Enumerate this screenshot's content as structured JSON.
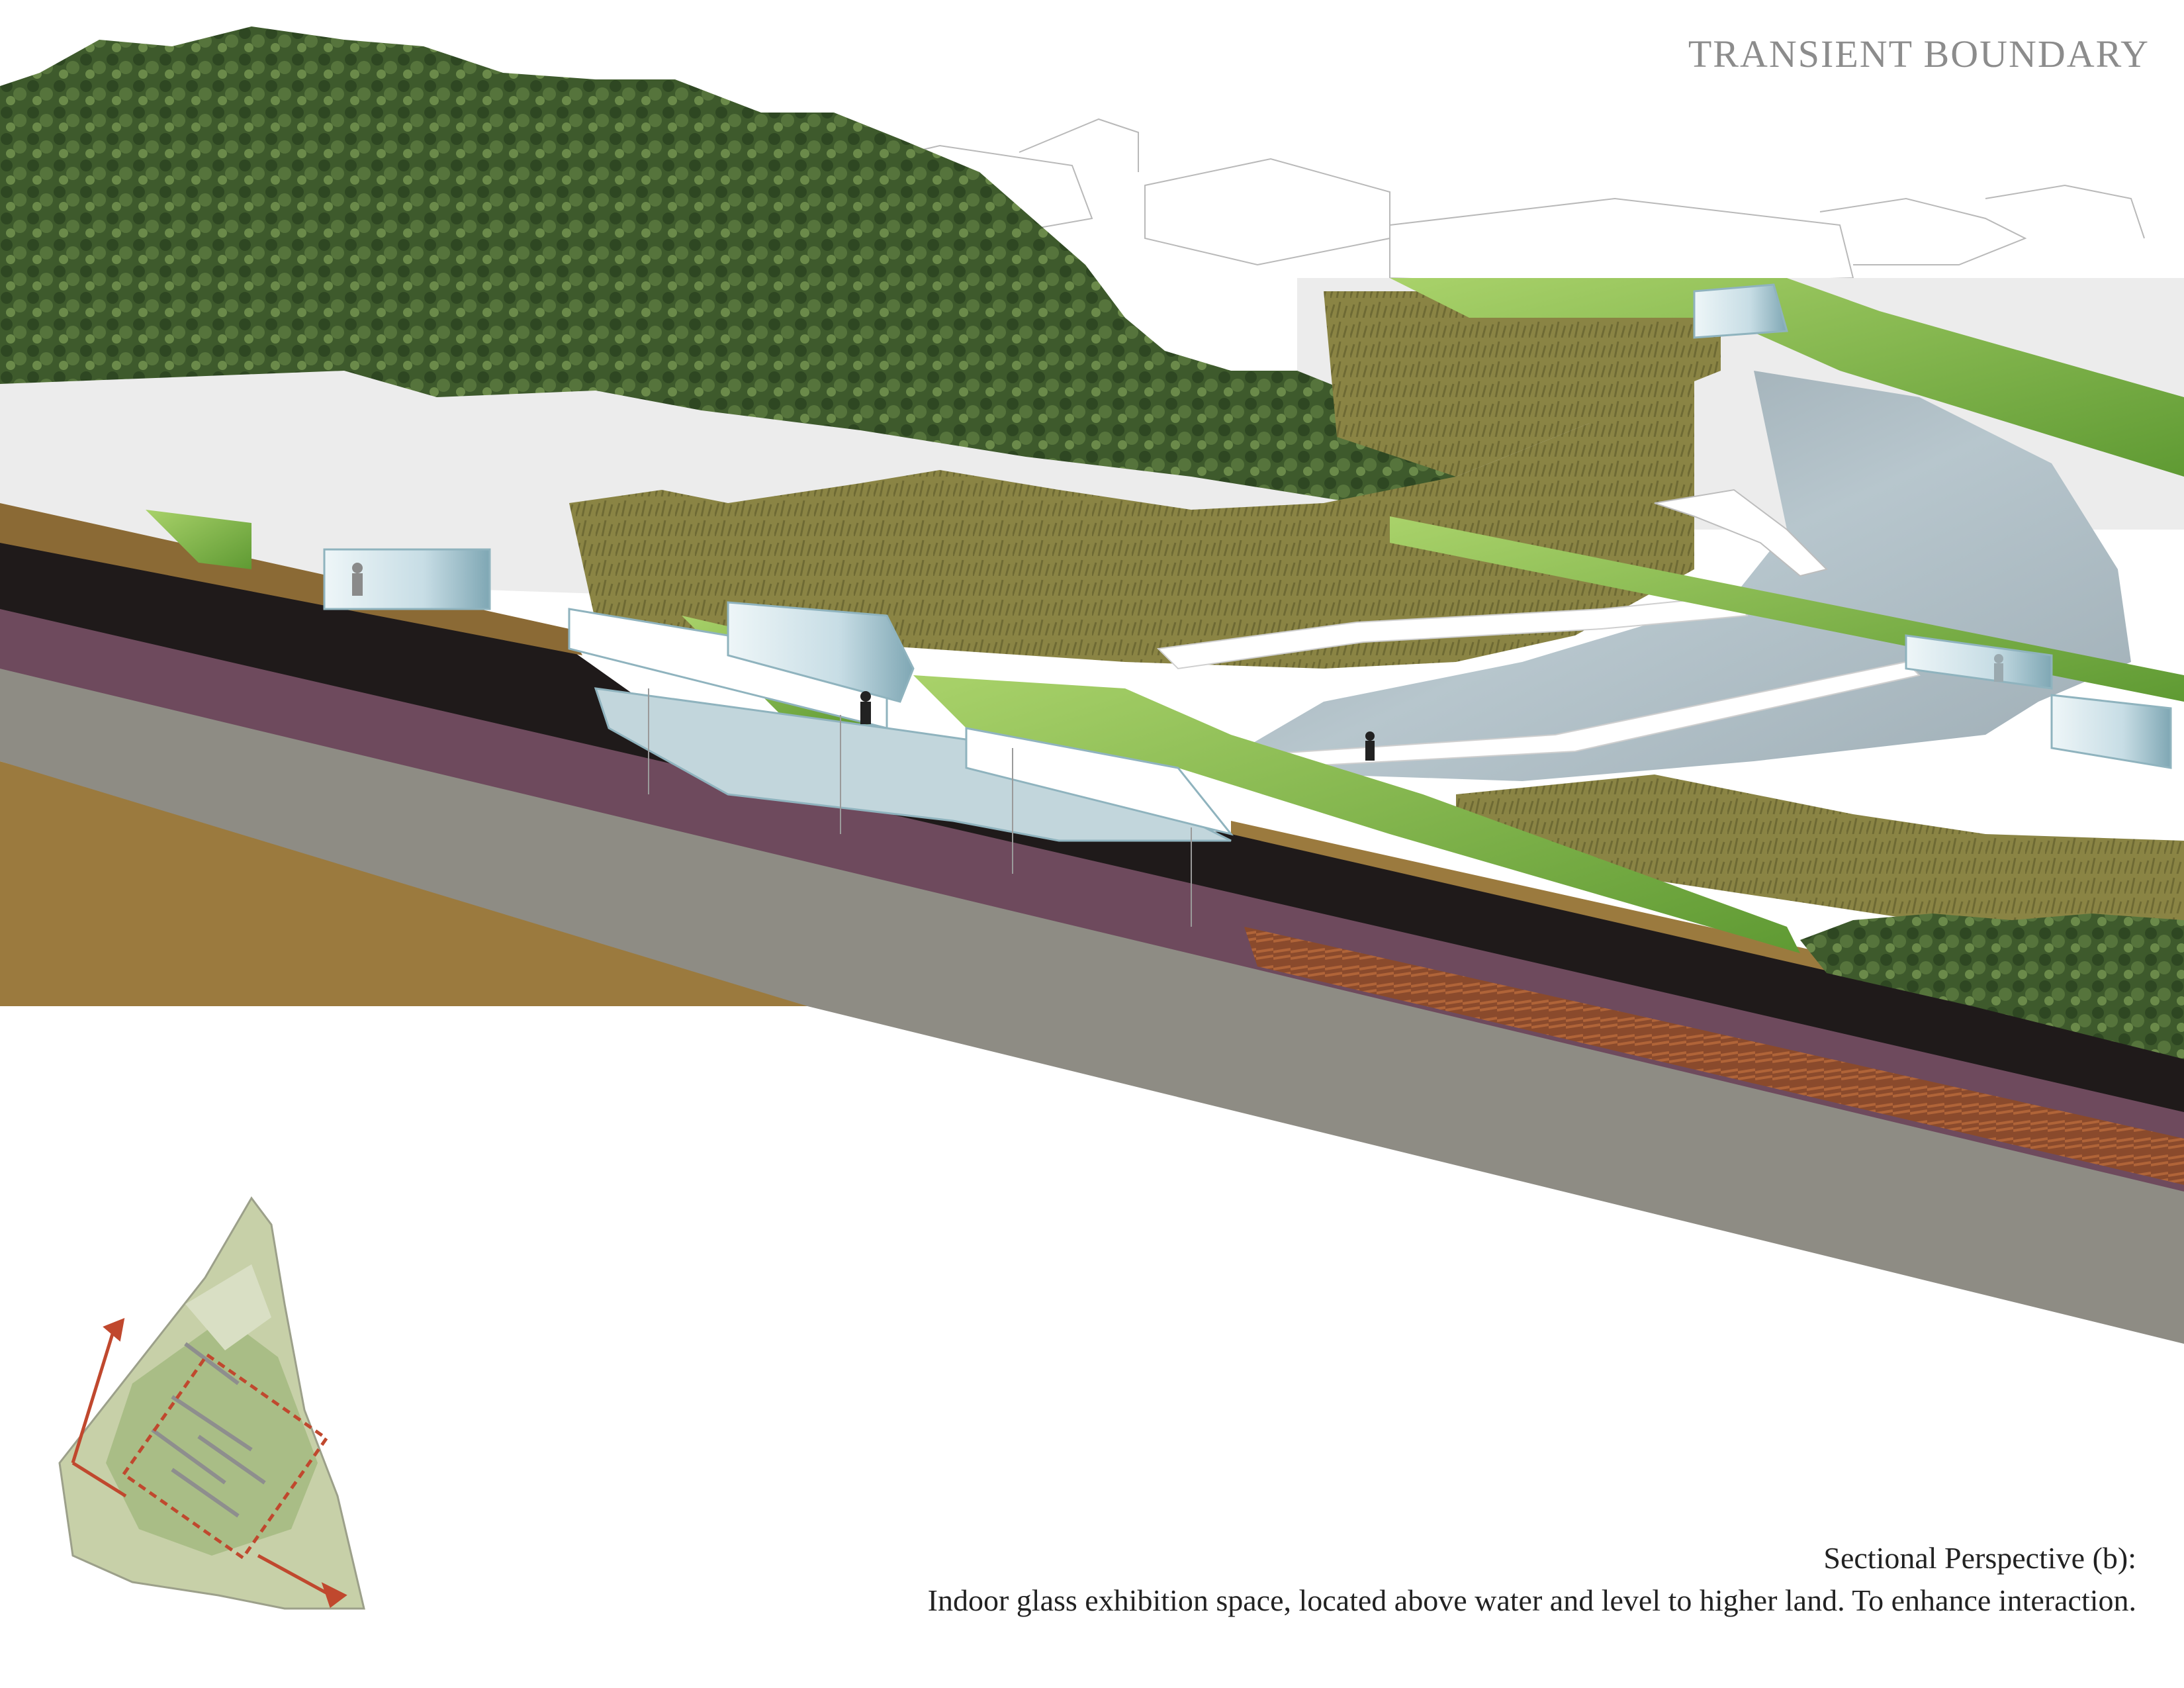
{
  "title": "TRANSIENT BOUNDARY",
  "caption": {
    "heading": "Sectional Perspective (b):",
    "text": "Indoor glass exhibition space, located above water and level to higher land. To enhance interaction."
  },
  "colors": {
    "forest": "#3e5a2c",
    "grass": "#8a8444",
    "green_roof": "#86b84a",
    "water": "#a9b7bf",
    "glass": "#cfe3ea",
    "soil_black": "#1f1a1a",
    "soil_purple": "#6e4a5d",
    "soil_grey": "#8e8c84",
    "soil_brown": "#9b7a3e",
    "arrow_red": "#c0482e"
  }
}
